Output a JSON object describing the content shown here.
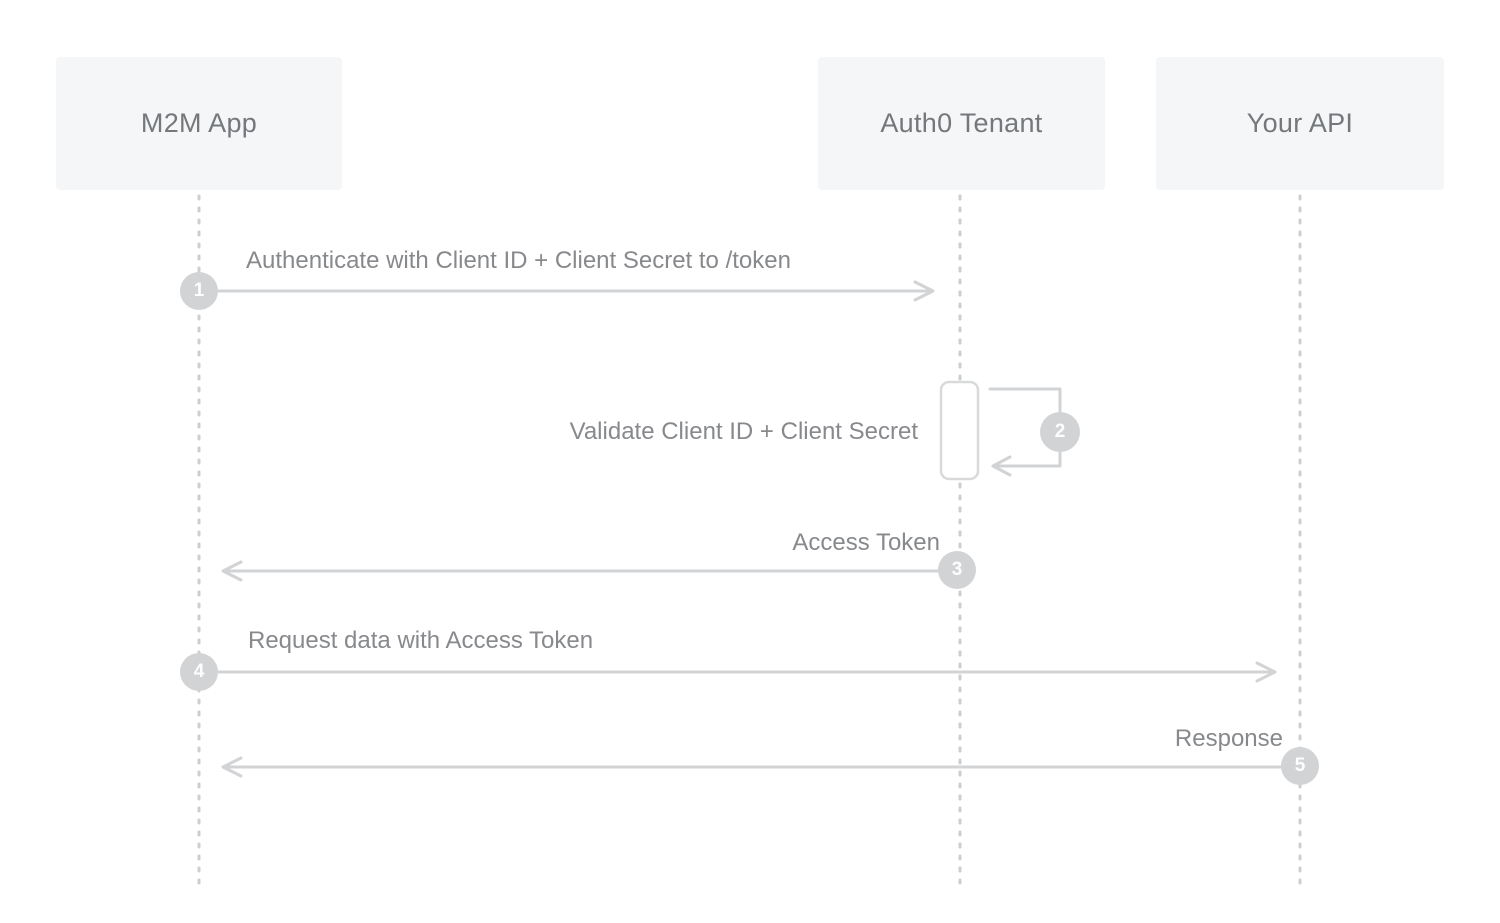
{
  "diagram": {
    "type": "sequence",
    "actors": [
      {
        "id": "m2m-app",
        "label": "M2M App"
      },
      {
        "id": "auth0-tenant",
        "label": "Auth0 Tenant"
      },
      {
        "id": "your-api",
        "label": "Your API"
      }
    ],
    "messages": [
      {
        "step": "1",
        "label": "Authenticate with Client ID + Client Secret to /token",
        "from": "M2M App",
        "to": "Auth0 Tenant",
        "direction": "right"
      },
      {
        "step": "2",
        "label": "Validate Client ID + Client Secret",
        "from": "Auth0 Tenant",
        "to": "Auth0 Tenant",
        "direction": "self"
      },
      {
        "step": "3",
        "label": "Access Token",
        "from": "Auth0 Tenant",
        "to": "M2M App",
        "direction": "left"
      },
      {
        "step": "4",
        "label": "Request data with Access Token",
        "from": "M2M App",
        "to": "Your API",
        "direction": "right"
      },
      {
        "step": "5",
        "label": "Response",
        "from": "Your API",
        "to": "M2M App",
        "direction": "left"
      }
    ],
    "colors": {
      "background": "#ffffff",
      "actor_box_fill": "#f5f6f8",
      "actor_text": "#75787b",
      "message_text": "#87898c",
      "arrow_line": "#d2d3d5",
      "lifeline": "#cdced0",
      "step_circle_fill": "#d2d3d5",
      "step_circle_text": "#fdfdfd",
      "activation_fill": "#ffffff",
      "activation_border": "#d8d9db"
    }
  }
}
